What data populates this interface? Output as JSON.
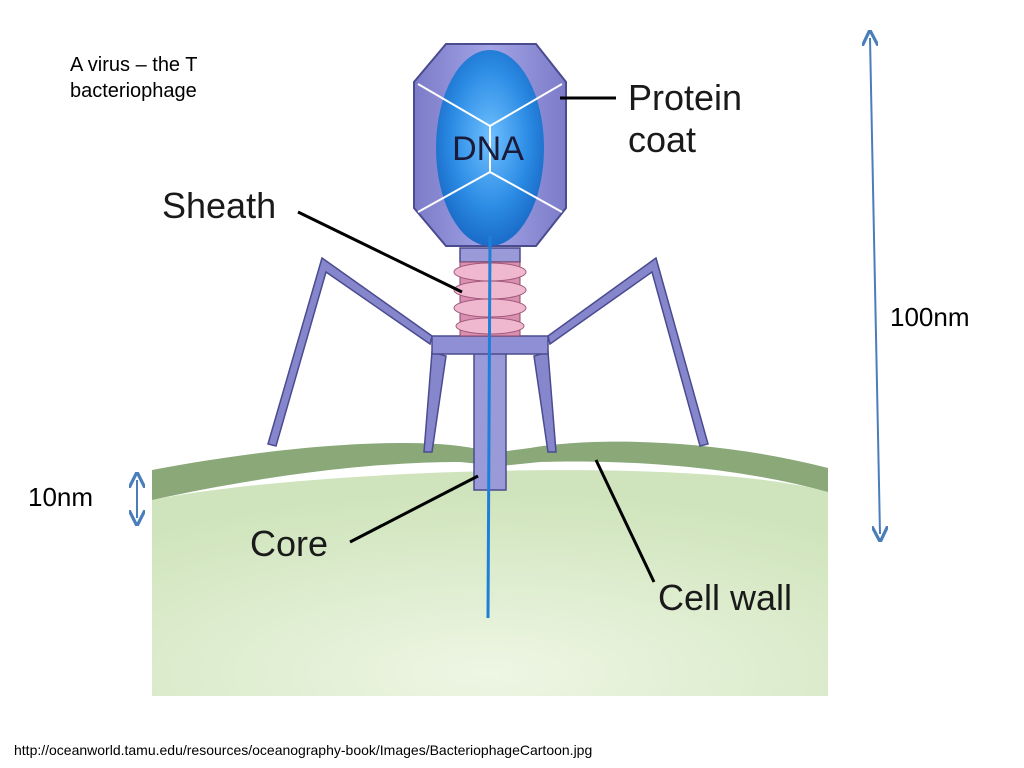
{
  "title": {
    "line1": "A virus – the T",
    "line2": "bacteriophage"
  },
  "labels": {
    "dna": "DNA",
    "protein_coat_line1": "Protein",
    "protein_coat_line2": "coat",
    "sheath": "Sheath",
    "core": "Core",
    "cell_wall": "Cell wall"
  },
  "dimensions": {
    "phage_height": "100nm",
    "wall_thickness": "10nm"
  },
  "source": "http://oceanworld.tamu.edu/resources/oceanography-book/Images/BacteriophageCartoon.jpg",
  "colors": {
    "capsid": "#8f8fd6",
    "capsid_edge": "#4b4b8f",
    "dna": "#1e7fd8",
    "sheath": "#e7a7c1",
    "cell_wall": "#8aa878",
    "cytoplasm": "#d4e8c2",
    "arrow": "#4a7ebb"
  }
}
